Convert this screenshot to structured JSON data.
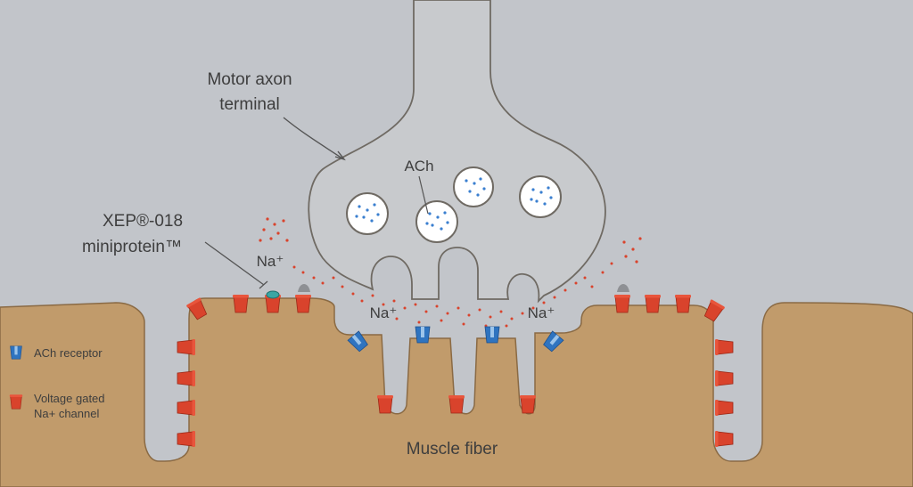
{
  "labels": {
    "axon_line1": "Motor axon",
    "axon_line2": "terminal",
    "ach": "ACh",
    "xep_line1": "XEP®-018",
    "xep_line2": "miniprotein™",
    "na_left": "Na⁺",
    "na_cleft_left": "Na⁺",
    "na_cleft_right": "Na⁺",
    "muscle": "Muscle fiber"
  },
  "legend": {
    "ach_receptor": "ACh receptor",
    "vg_line1": "Voltage gated",
    "vg_line2": "Na+ channel"
  },
  "colors": {
    "background": "#c2c5ca",
    "axon_fill": "#c8cacd",
    "outline": "#6f6a63",
    "muscle": "#c19b6b",
    "muscle_outline": "#8a6a44",
    "na_channel": "#d9432c",
    "ach_receptor": "#2f74c0",
    "na_dots": "#d9432c",
    "ach_dots": "#3a7fd0",
    "xep_bead": "#3aa6a4"
  },
  "icons": {
    "ach_receptor": "blue-cup-receptor-icon",
    "na_channel": "red-cup-channel-icon"
  }
}
